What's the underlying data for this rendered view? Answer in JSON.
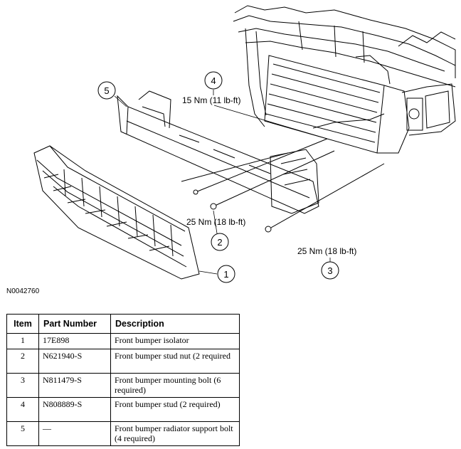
{
  "diagram": {
    "reference_code": "N0042760",
    "callouts": [
      {
        "number": "1",
        "torque": ""
      },
      {
        "number": "2",
        "torque": "25 Nm (18 lb-ft)"
      },
      {
        "number": "3",
        "torque": "25 Nm (18 lb-ft)"
      },
      {
        "number": "4",
        "torque": "15 Nm (11 lb-ft)"
      },
      {
        "number": "5",
        "torque": ""
      }
    ]
  },
  "table": {
    "headers": [
      "Item",
      "Part Number",
      "Description"
    ],
    "rows": [
      {
        "item": "1",
        "part_number": "17E898",
        "description": "Front bumper isolator"
      },
      {
        "item": "2",
        "part_number": "N621940-S",
        "description": "Front bumper stud nut (2 required"
      },
      {
        "item": "3",
        "part_number": "N811479-S",
        "description": "Front bumper mounting bolt (6 required)"
      },
      {
        "item": "4",
        "part_number": "N808889-S",
        "description": "Front bumper stud (2 required)"
      },
      {
        "item": "5",
        "part_number": "—",
        "description": "Front bumper radiator support bolt (4 required)"
      }
    ]
  }
}
